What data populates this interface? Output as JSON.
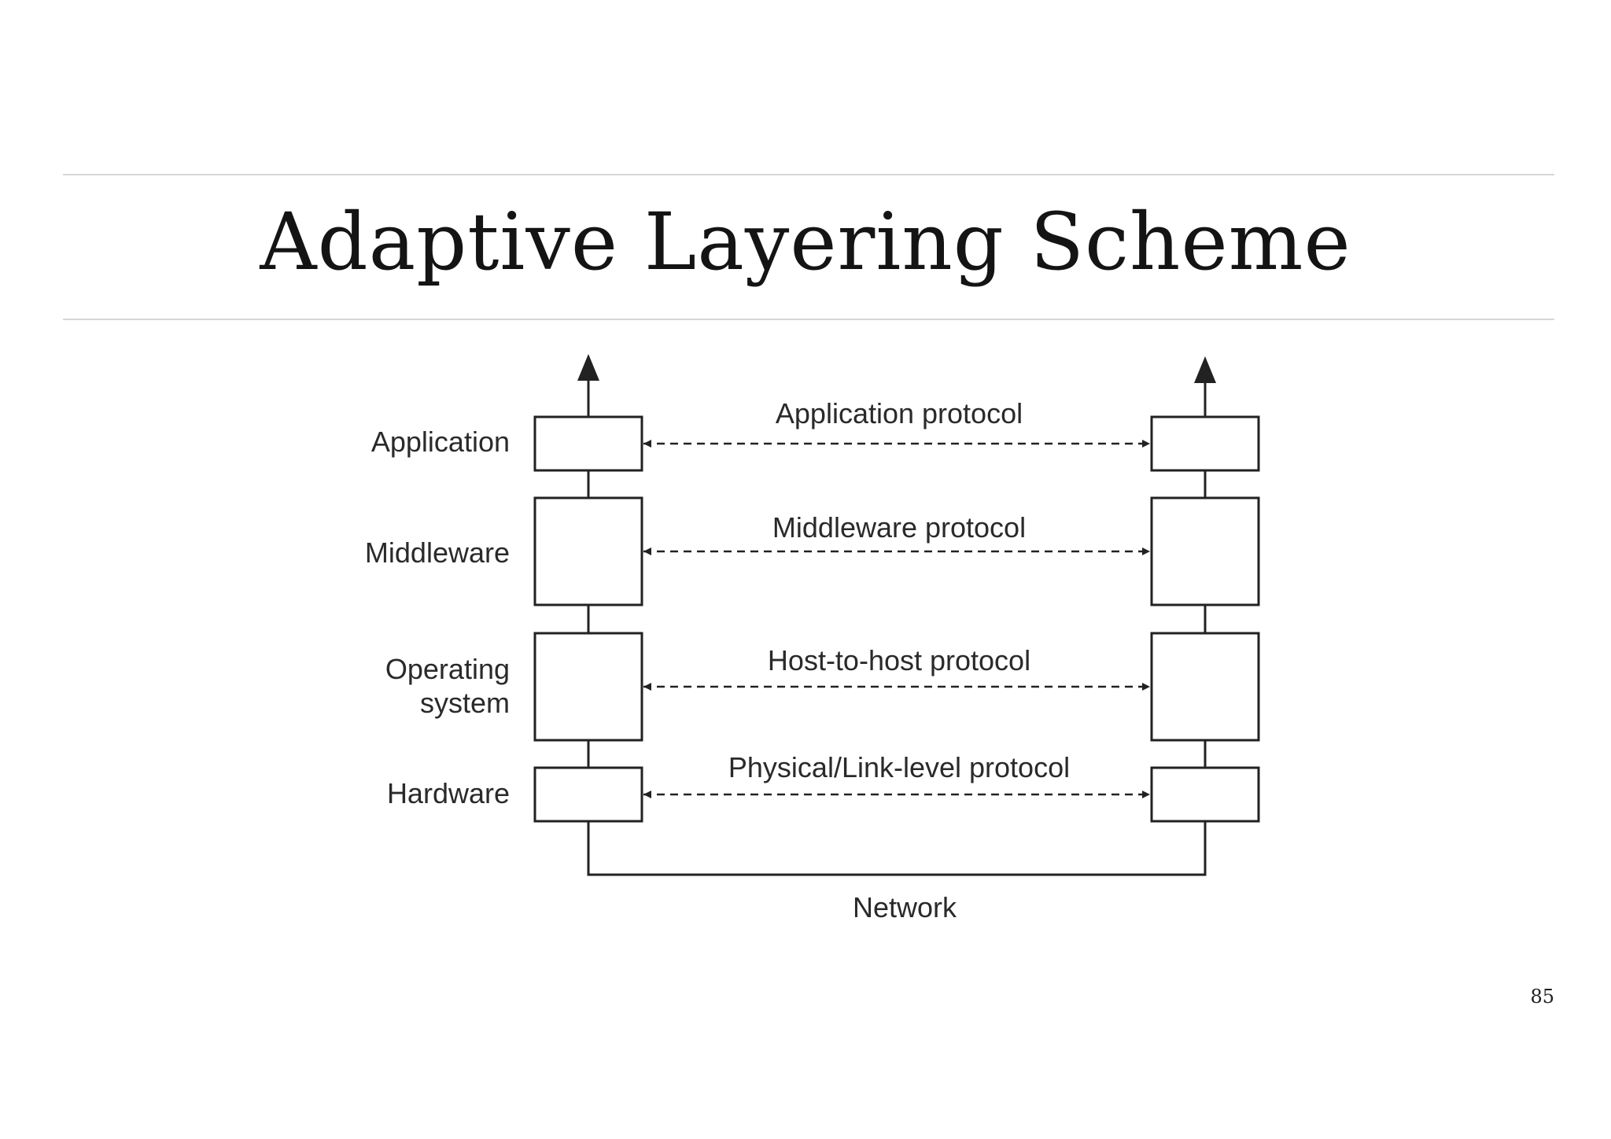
{
  "slide": {
    "title": "Adaptive Layering Scheme",
    "page_number": "85"
  },
  "diagram": {
    "layers": [
      {
        "label_lines": [
          "Application"
        ],
        "protocol": "Application protocol"
      },
      {
        "label_lines": [
          "Middleware"
        ],
        "protocol": "Middleware protocol"
      },
      {
        "label_lines": [
          "Operating",
          "system"
        ],
        "protocol": "Host-to-host protocol"
      },
      {
        "label_lines": [
          "Hardware"
        ],
        "protocol": "Physical/Link-level protocol"
      }
    ],
    "network_label": "Network"
  },
  "colors": {
    "line": "#222222",
    "rule": "#d6d6d6",
    "text": "#2a2a2a"
  }
}
